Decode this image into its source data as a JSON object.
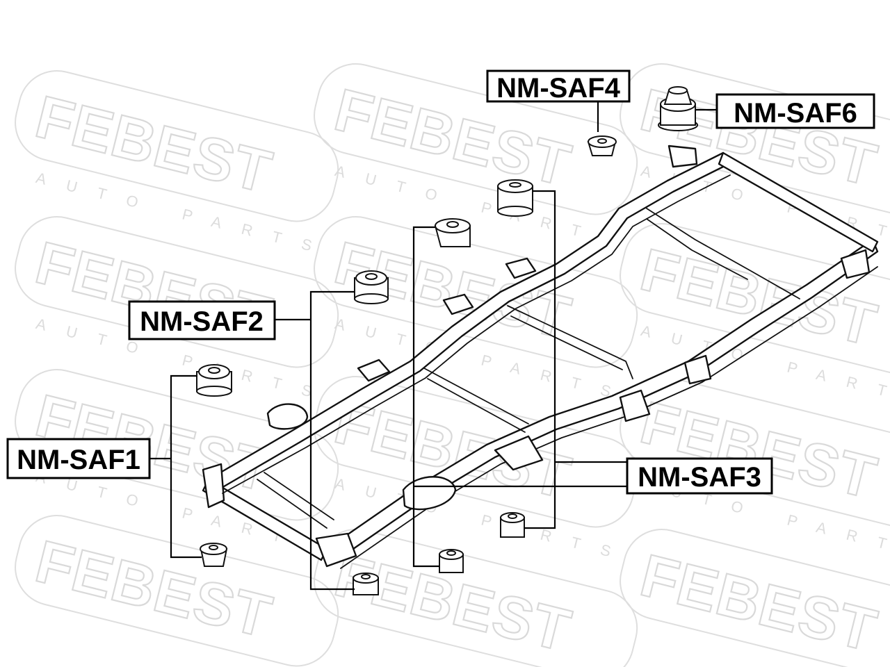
{
  "watermark": {
    "brand": "FEBEST",
    "tagline": "AUTO PARTS"
  },
  "labels": {
    "saf1": "NM-SAF1",
    "saf2": "NM-SAF2",
    "saf3": "NM-SAF3",
    "saf4": "NM-SAF4",
    "saf6": "NM-SAF6"
  },
  "colors": {
    "line": "#111111",
    "watermark": "#d9d9d9",
    "background": "#ffffff"
  }
}
